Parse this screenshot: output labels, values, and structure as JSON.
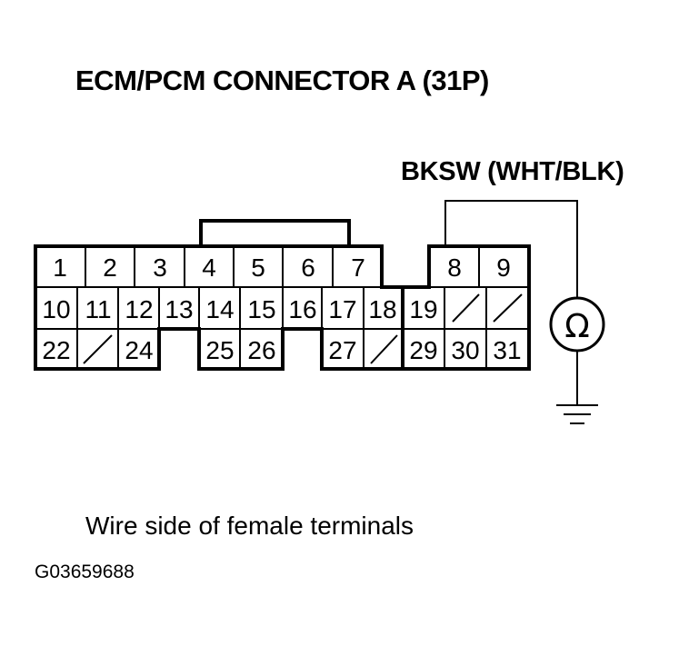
{
  "title": "ECM/PCM CONNECTOR A (31P)",
  "signal": "BKSW (WHT/BLK)",
  "caption": "Wire side of female terminals",
  "figure_id": "G03659688",
  "meter_symbol": "Ω",
  "connector": {
    "name": "ECM/PCM CONNECTOR A",
    "pin_count": 31,
    "tested_pin": "8",
    "rows": [
      [
        "1",
        "2",
        "3",
        "4",
        "5",
        "6",
        "7",
        "8",
        "9"
      ],
      [
        "10",
        "11",
        "12",
        "13",
        "14",
        "15",
        "16",
        "17",
        "18",
        "19",
        "",
        ""
      ],
      [
        "22",
        "",
        "24",
        "25",
        "26",
        "27",
        "",
        "29",
        "30",
        "31"
      ]
    ],
    "empty_cavities": [
      "20",
      "21",
      "23",
      "28"
    ]
  }
}
